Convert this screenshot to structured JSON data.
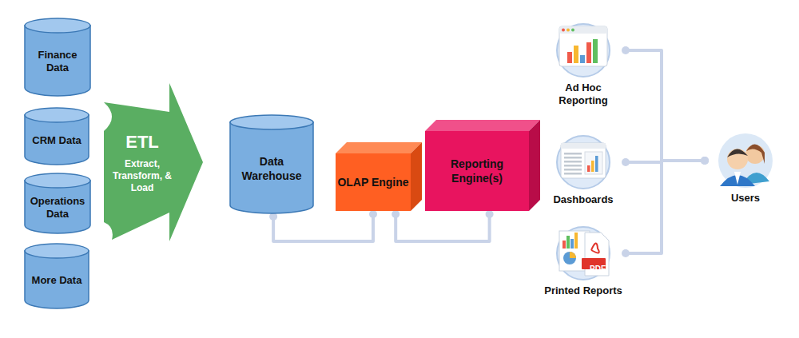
{
  "diagram": {
    "nodes": [
      {
        "text": [
          "Finance Data"
        ]
      },
      {
        "text": [
          "CRM Data"
        ]
      },
      {
        "text": [
          "Operations Data"
        ]
      },
      {
        "text": [
          "More Data"
        ]
      },
      {
        "text": [
          "ETL",
          "Extract, Transform, & Load"
        ]
      },
      {
        "text": [
          "Data Warehouse"
        ]
      },
      {
        "text": [
          "OLAP Engine"
        ]
      },
      {
        "text": [
          "Reporting Engine(s)"
        ]
      },
      {
        "text": [
          "Ad Hoc Reporting"
        ]
      },
      {
        "text": [
          "Dashboards"
        ]
      },
      {
        "text": [
          "Printed Reports"
        ]
      },
      {
        "text": [
          "Users"
        ]
      }
    ],
    "edges": [
      {
        "from": 5,
        "to": 6,
        "arrow": "none"
      },
      {
        "from": 6,
        "to": 7,
        "arrow": "none"
      },
      {
        "from": 8,
        "to": 11,
        "arrow": "none"
      },
      {
        "from": 9,
        "to": 11,
        "arrow": "none"
      },
      {
        "from": 10,
        "to": 11,
        "arrow": "none"
      }
    ],
    "labels": [
      "PDF"
    ]
  }
}
